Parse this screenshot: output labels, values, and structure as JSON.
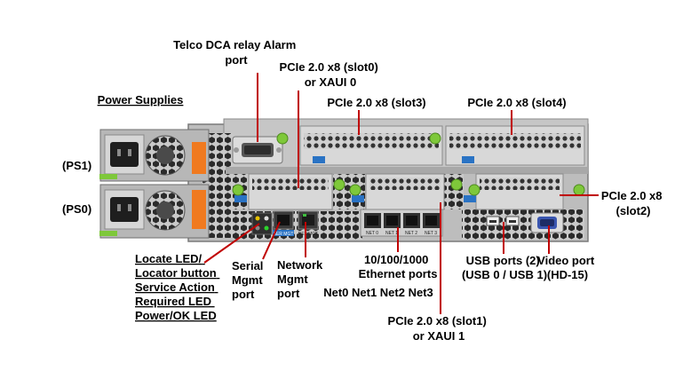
{
  "labels": {
    "telco_line1": "Telco DCA relay Alarm",
    "telco_line2": "port",
    "slot0_line1": "PCIe 2.0 x8 (slot0)",
    "slot0_line2": "or XAUI 0",
    "slot3": "PCIe 2.0 x8 (slot3)",
    "slot4": "PCIe 2.0 x8 (slot4)",
    "power_supplies": "Power Supplies",
    "ps1": "(PS1)",
    "ps0": "(PS0)",
    "slot2_line1": "PCIe 2.0 x8",
    "slot2_line2": "(slot2)",
    "locate_lines": [
      "Locate LED/",
      "Locator button",
      "Service Action",
      "Required LED",
      "Power/OK LED"
    ],
    "serial_lines": [
      "Serial",
      "Mgmt",
      "port"
    ],
    "network_lines": [
      "Network",
      "Mgmt",
      "port"
    ],
    "ethernet_line1": "10/100/1000",
    "ethernet_line2": "Ethernet ports",
    "net_names": "Net0 Net1 Net2 Net3",
    "usb_line1": "USB ports (2)",
    "usb_line2": "(USB 0 / USB 1)",
    "video_line1": "Video port",
    "video_line2": "(HD-15)",
    "slot1_line1": "PCIe 2.0 x8 (slot1)",
    "slot1_line2": "or XAUI 1"
  },
  "chassis": {
    "serial_tag": "SER MGT",
    "net_tag": "NET MGT",
    "net_port_tags": [
      "NET 0",
      "NET 1",
      "NET 2",
      "NET 3"
    ]
  },
  "colors": {
    "callout": "#c00000",
    "chassis": "#bdbdbd",
    "latch_green": "#7ec83a",
    "psu_orange": "#f07a20",
    "tag_blue": "#2a73c4"
  }
}
